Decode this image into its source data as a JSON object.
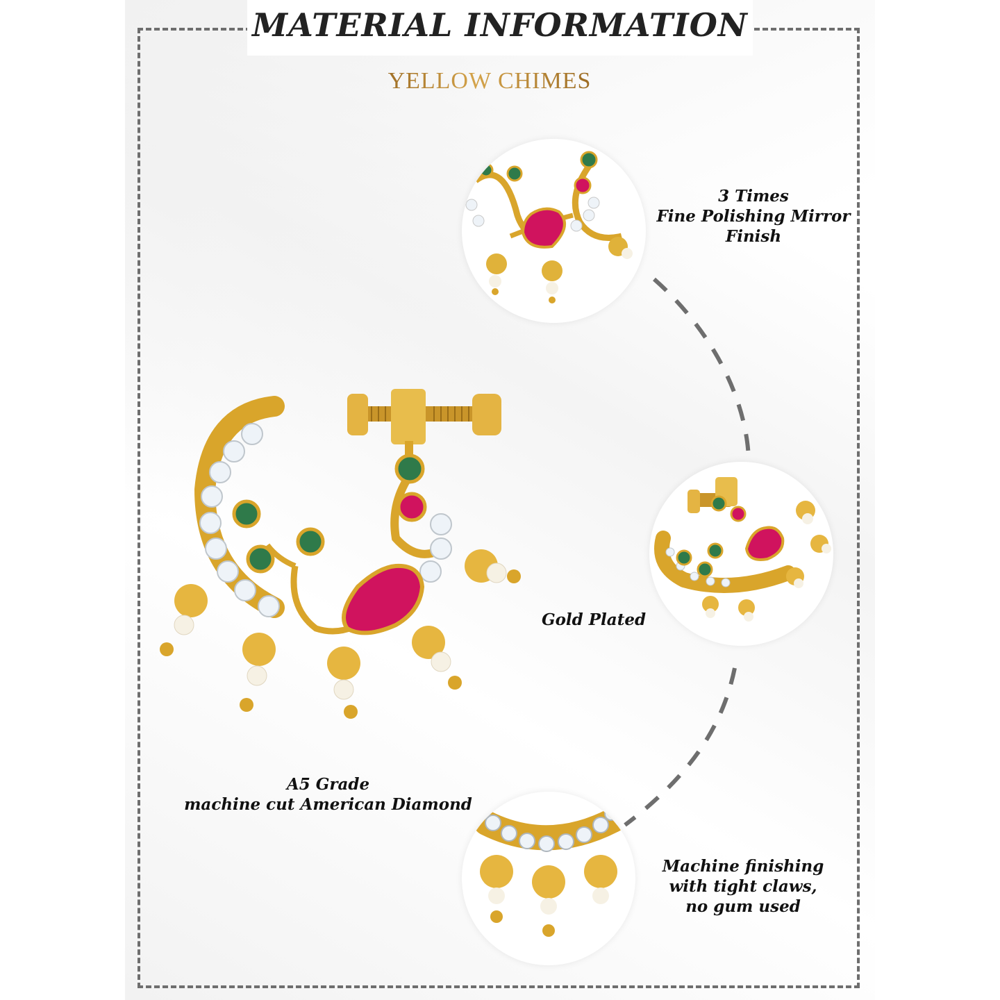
{
  "header": {
    "title": "MATERIAL INFORMATION",
    "brand": "YELLOW CHIMES"
  },
  "features": {
    "polish": {
      "line1": "3 Times",
      "line2": "Fine Polishing Mirror",
      "line3": "Finish"
    },
    "plating": {
      "text": "Gold Plated"
    },
    "stones": {
      "line1": "A5 Grade",
      "line2": "machine cut American Diamond"
    },
    "claws": {
      "line1": "Machine finishing",
      "line2": "with tight claws,",
      "line3": "no gum used"
    }
  },
  "colors": {
    "gold": "#d9a52b",
    "ruby": "#d0135e",
    "emerald": "#2f7a4a",
    "pearl": "#f6f1e4",
    "frame": "#6e6e6e"
  }
}
